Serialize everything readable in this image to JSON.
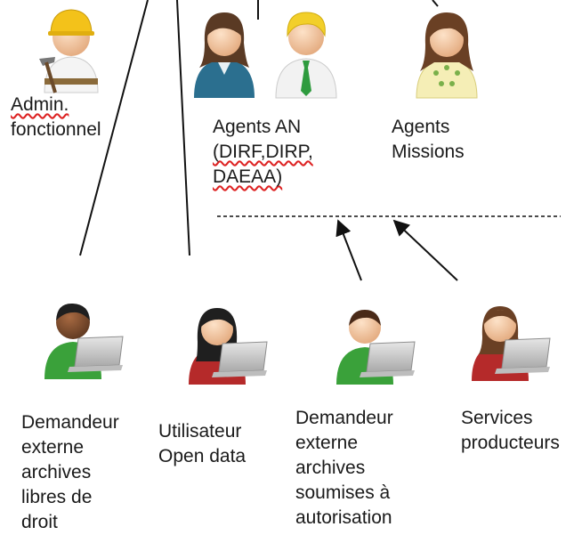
{
  "roles": {
    "admin": {
      "lines": [
        "Admin.",
        "fonctionnel"
      ]
    },
    "agents_an": {
      "lines": [
        "Agents AN",
        "(DIRF,DIRP,",
        "DAEAA)"
      ]
    },
    "agents_missions": {
      "lines": [
        "Agents",
        "Missions"
      ]
    },
    "demandeur_libres": {
      "lines": [
        "Demandeur",
        "externe",
        "archives",
        "libres de",
        "droit"
      ]
    },
    "utilisateur_open_data": {
      "lines": [
        "Utilisateur",
        "Open data"
      ]
    },
    "demandeur_soumises": {
      "lines": [
        "Demandeur",
        "externe",
        "archives",
        "soumises à",
        "autorisation"
      ]
    },
    "services_producteurs": {
      "lines": [
        "Services",
        "producteurs"
      ]
    }
  },
  "icons": {
    "admin": "construction-worker-icon",
    "agent_woman": "woman-user-icon",
    "agent_man": "man-with-tie-icon",
    "agent_missions": "woman-user-icon",
    "laptop_users": "user-with-laptop-icon"
  },
  "colors": {
    "line": "#111111",
    "spellcheck": "#dd2222",
    "skin": "#f3c9a4",
    "green_shirt": "#3aa13a",
    "red_shirt": "#b52a2a",
    "blue_shirt": "#2b6f8f",
    "yellow_helmet": "#f3c21a"
  }
}
